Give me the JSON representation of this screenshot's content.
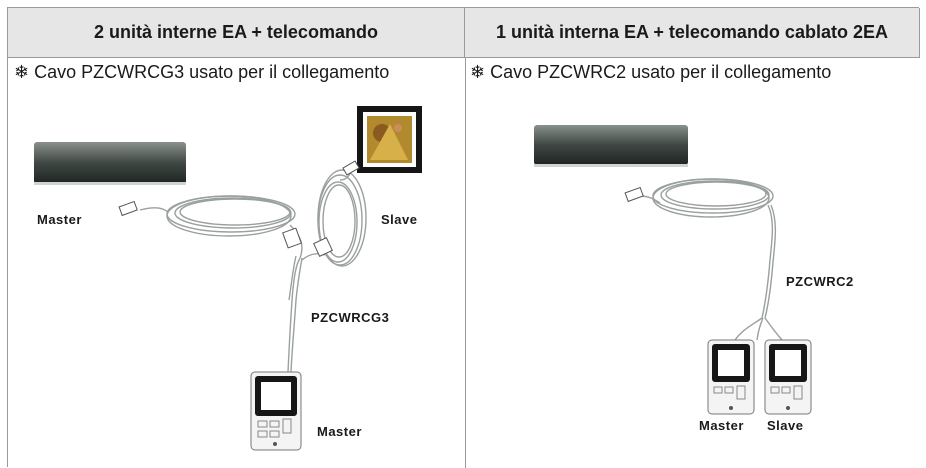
{
  "table": {
    "left": {
      "header": "2 unità interne EA + telecomando",
      "note": "❄ Cavo PZCWRCG3 usato per il collegamento",
      "labels": {
        "master_top": "Master",
        "slave": "Slave",
        "cable": "PZCWRCG3",
        "master_bottom": "Master"
      }
    },
    "right": {
      "header": "1 unità interna EA + telecomando cablato 2EA",
      "note": "❄ Cavo PZCWRC2 usato per il collegamento",
      "labels": {
        "cable": "PZCWRC2",
        "master": "Master",
        "slave": "Slave"
      }
    }
  }
}
